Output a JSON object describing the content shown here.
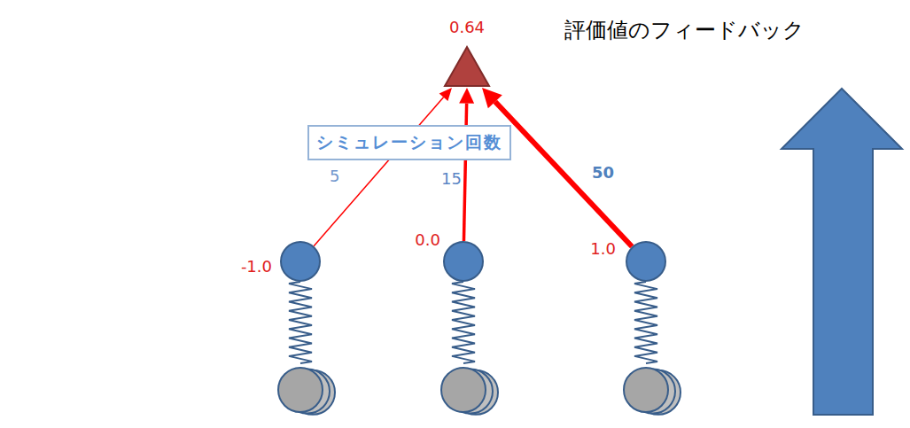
{
  "diagram": {
    "nodes": [
      {
        "text": [
          "0.64"
        ]
      },
      {
        "text": [
          "シミュレーション回数"
        ]
      },
      {
        "text": [
          "-1.0"
        ]
      },
      {
        "text": [
          "0.0"
        ]
      },
      {
        "text": [
          "1.0"
        ]
      }
    ],
    "edges": [
      {
        "from": 2,
        "to": 0,
        "arrow": "to",
        "label": "5"
      },
      {
        "from": 3,
        "to": 0,
        "arrow": "to",
        "label": "15"
      },
      {
        "from": 4,
        "to": 0,
        "arrow": "to",
        "label": "50"
      }
    ],
    "labels": [
      "評価値のフィードバック"
    ]
  }
}
